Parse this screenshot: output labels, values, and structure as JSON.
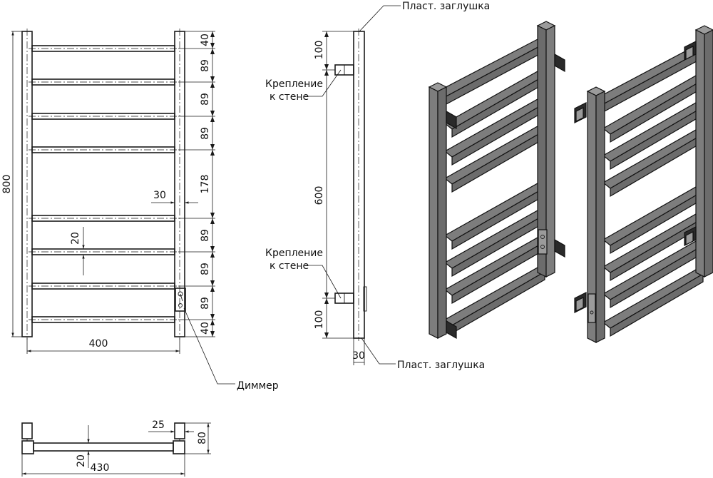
{
  "front_view": {
    "height_label": "800",
    "width_label": "400",
    "gap_label": "30",
    "tube_label": "20",
    "spacing_labels": [
      "40",
      "89",
      "89",
      "89",
      "178",
      "89",
      "89",
      "89",
      "40"
    ],
    "dimmer_label": "Диммер"
  },
  "side_view": {
    "top_cap_label": "Пласт. заглушка",
    "bottom_cap_label": "Пласт. заглушка",
    "mount_top_label_line1": "Крепление",
    "mount_top_label_line2": "к стене",
    "mount_bottom_label_line1": "Крепление",
    "mount_bottom_label_line2": "к стене",
    "top_offset_label": "100",
    "mid_span_label": "600",
    "bottom_offset_label": "100",
    "depth_label": "30"
  },
  "bottom_view": {
    "width_label": "430",
    "side_label": "25",
    "depth_label": "80",
    "tube_label": "20"
  },
  "icons": [
    "dimmer-icon",
    "wall-mount-icon",
    "end-cap-icon"
  ]
}
